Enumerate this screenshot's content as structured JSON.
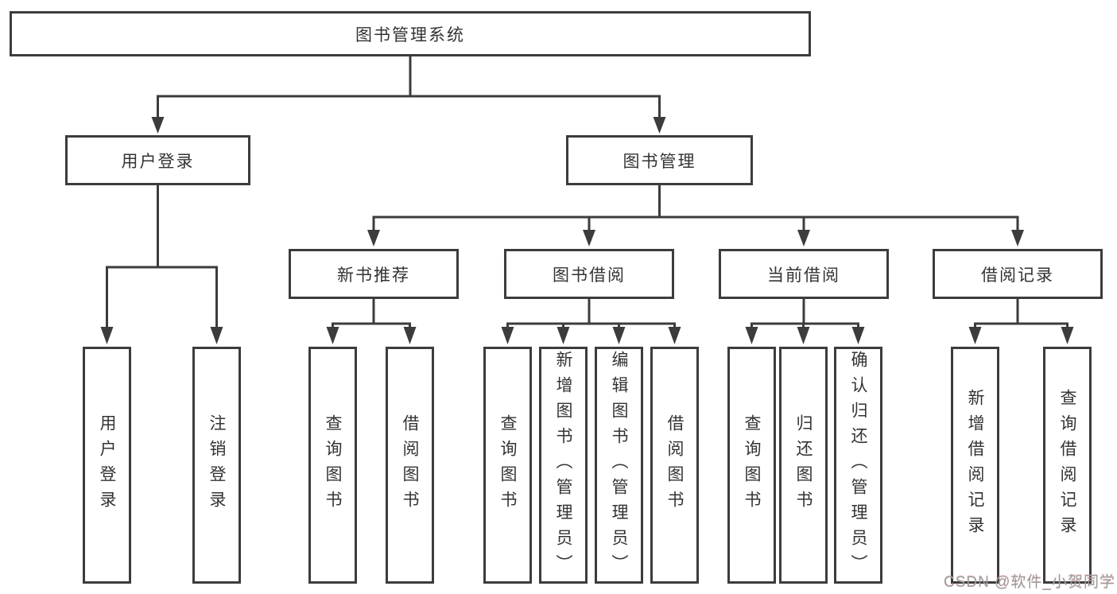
{
  "diagram_title": "图书管理系统",
  "tree": {
    "root": {
      "label": "图书管理系统"
    },
    "children": [
      {
        "id": "user-login",
        "label": "用户登录",
        "children": [
          {
            "id": "user-login-leaf",
            "label": "用户登录"
          },
          {
            "id": "logout-leaf",
            "label": "注销登录"
          }
        ]
      },
      {
        "id": "book-management",
        "label": "图书管理",
        "children": [
          {
            "id": "new-book-recommend",
            "label": "新书推荐",
            "children": [
              {
                "id": "nb-query-books",
                "label": "查询图书"
              },
              {
                "id": "nb-borrow-books",
                "label": "借阅图书"
              }
            ]
          },
          {
            "id": "book-borrow",
            "label": "图书借阅",
            "children": [
              {
                "id": "bb-query-books",
                "label": "查询图书"
              },
              {
                "id": "bb-add-books-admin",
                "label": "新增图书（管理员）"
              },
              {
                "id": "bb-edit-books-admin",
                "label": "编辑图书（管理员）"
              },
              {
                "id": "bb-borrow-books",
                "label": "借阅图书"
              }
            ]
          },
          {
            "id": "current-borrow",
            "label": "当前借阅",
            "children": [
              {
                "id": "cb-query-books",
                "label": "查询图书"
              },
              {
                "id": "cb-return-books",
                "label": "归还图书"
              },
              {
                "id": "cb-confirm-return-admin",
                "label": "确认归还（管理员）"
              }
            ]
          },
          {
            "id": "borrow-records",
            "label": "借阅记录",
            "children": [
              {
                "id": "br-add-record",
                "label": "新增借阅记录"
              },
              {
                "id": "br-query-record",
                "label": "查询借阅记录"
              }
            ]
          }
        ]
      }
    ]
  },
  "watermark": {
    "text": "CSDN @软件_小贺同学"
  },
  "colors": {
    "line": "#3c3c3c",
    "text": "#333333",
    "watermark_gray": "#9b9b9b",
    "background": "#ffffff"
  }
}
